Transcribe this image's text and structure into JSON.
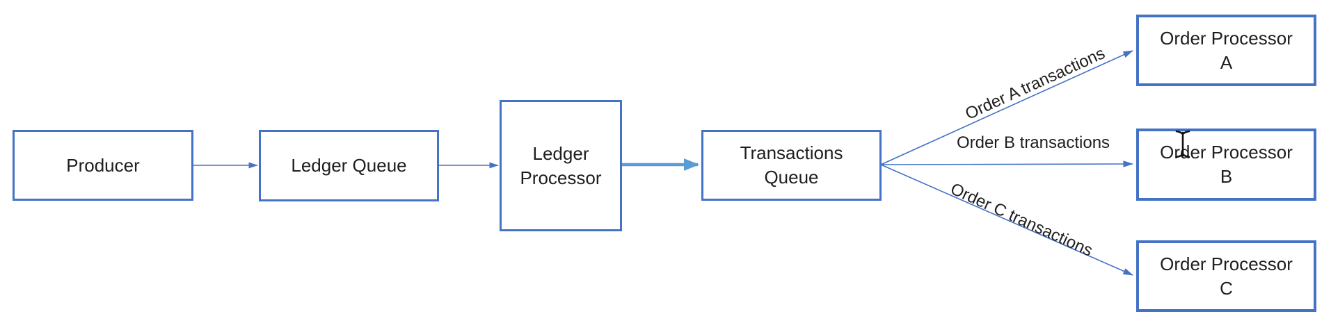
{
  "nodes": {
    "producer": {
      "label": "Producer"
    },
    "ledger_queue": {
      "label": "Ledger Queue"
    },
    "ledger_processor": {
      "line1": "Ledger",
      "line2": "Processor"
    },
    "transactions_queue": {
      "line1": "Transactions",
      "line2": "Queue"
    },
    "order_a": {
      "line1": "Order Processor",
      "line2": "A"
    },
    "order_b": {
      "line1": "Order Processor",
      "line2": "B"
    },
    "order_c": {
      "line1": "Order Processor",
      "line2": "C"
    }
  },
  "edges": {
    "a_label": "Order A transactions",
    "b_label": "Order B transactions",
    "c_label": "Order C transactions"
  },
  "colors": {
    "box_border": "#4472C4",
    "thin_arrow": "#4472C4",
    "thick_arrow": "#5B9BD5",
    "text": "#1e1e1e",
    "background": "#ffffff"
  }
}
